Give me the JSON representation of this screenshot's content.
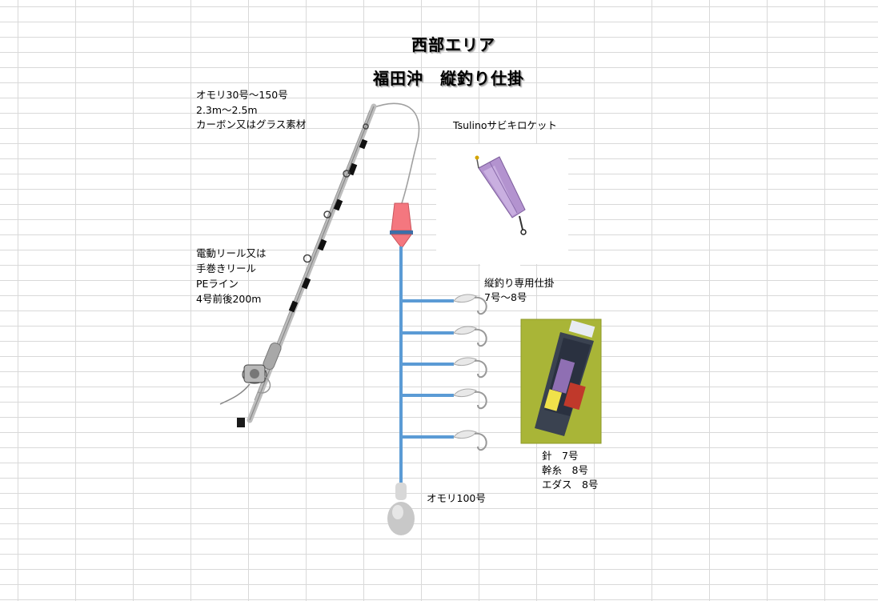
{
  "title": {
    "line1": "西部エリア",
    "line2": "福田沖　縦釣り仕掛"
  },
  "rod": {
    "line1": "オモリ30号～150号",
    "line2": "2.3m～2.5m",
    "line3": "カーボン又はグラス素材"
  },
  "reel": {
    "line1": "電動リール又は",
    "line2": "手巻きリール",
    "line3": "PEライン",
    "line4": "4号前後200m"
  },
  "rocket": {
    "label": "Tsulinoサビキロケット",
    "color": "#b393cf"
  },
  "rig": {
    "line1": "縦釣り専用仕掛",
    "line2": "7号～8号",
    "hook_count": 5,
    "line_color": "#5b9bd5"
  },
  "spec": {
    "line1": "針　7号",
    "line2": "幹糸　8号",
    "line3": "エダス　8号"
  },
  "sinker": {
    "label": "オモリ100号"
  },
  "icons": {
    "rod": "fishing-rod-icon",
    "reel": "reel-icon",
    "rocket": "sabiki-rocket-icon",
    "sinker": "sinker-icon",
    "hook": "hook-icon",
    "package": "rig-package-icon"
  }
}
